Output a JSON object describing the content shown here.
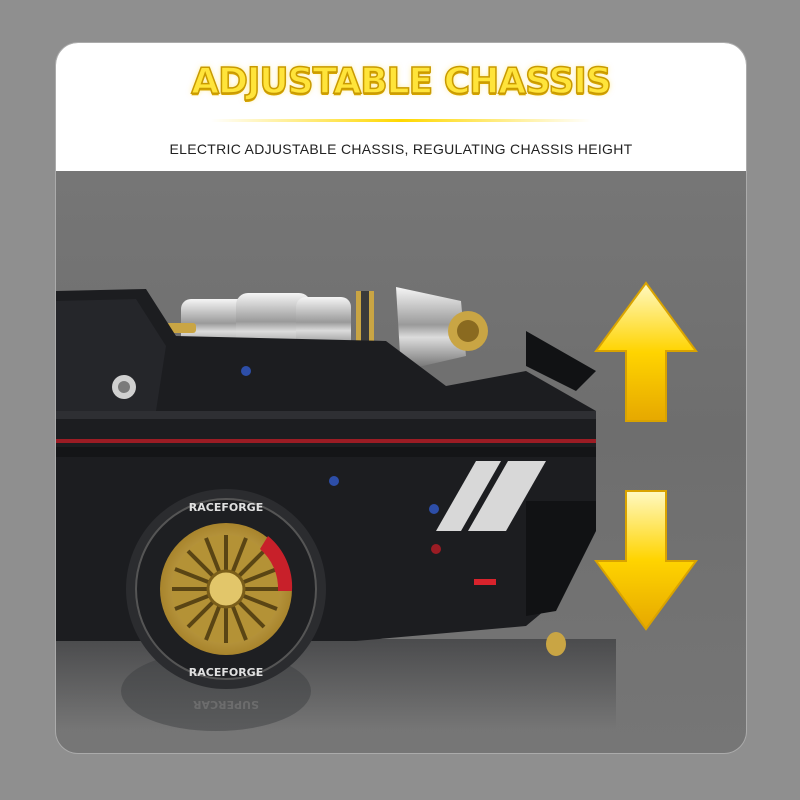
{
  "banner": {
    "title": "ADJUSTABLE CHASSIS",
    "subtitle": "ELECTRIC ADJUSTABLE CHASSIS, REGULATING CHASSIS HEIGHT"
  },
  "wheel": {
    "tire_brand": "RACEFORGE",
    "tire_model": "SUPERCAR"
  },
  "colors": {
    "accent": "#ffd800",
    "body": "#1c1d20",
    "rim": "#c9a544"
  },
  "icons": {
    "arrow": "up-down-arrow-icon"
  }
}
